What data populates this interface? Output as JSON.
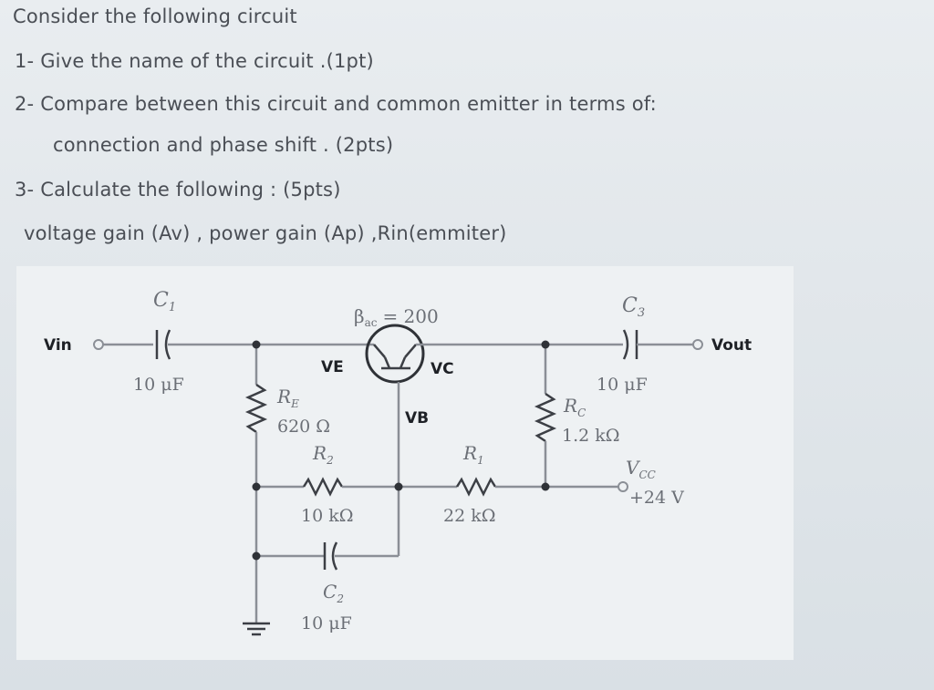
{
  "question": {
    "line1": "Consider the following circuit",
    "line2": "1- Give the name of the circuit .(1pt)",
    "line3": "2- Compare between this circuit and common emitter in terms of:",
    "line4": "connection and phase shift . (2pts)",
    "line5": "3- Calculate the following : (5pts)",
    "line6": "voltage gain (Av) , power gain (Ap) ,Rin(emmiter)"
  },
  "circuit": {
    "vin": "Vin",
    "vout": "Vout",
    "c1_name": "C",
    "c1_sub": "1",
    "c1_value": "10 μF",
    "c3_name": "C",
    "c3_sub": "3",
    "c3_value": "10 μF",
    "beta_symbol": "β",
    "beta_sub": "ac",
    "beta_value": "= 200",
    "ve": "VE",
    "vc": "VC",
    "vb": "VB",
    "re_name": "R",
    "re_sub": "E",
    "re_value": "620 Ω",
    "r2_name": "R",
    "r2_sub": "2",
    "r2_value": "10 kΩ",
    "r1_name": "R",
    "r1_sub": "1",
    "r1_value": "22 kΩ",
    "rc_name": "R",
    "rc_sub": "C",
    "rc_value": "1.2 kΩ",
    "vcc_name": "V",
    "vcc_sub": "CC",
    "vcc_value": "+24 V",
    "c2_name": "C",
    "c2_sub": "2",
    "c2_value": "10 μF"
  }
}
